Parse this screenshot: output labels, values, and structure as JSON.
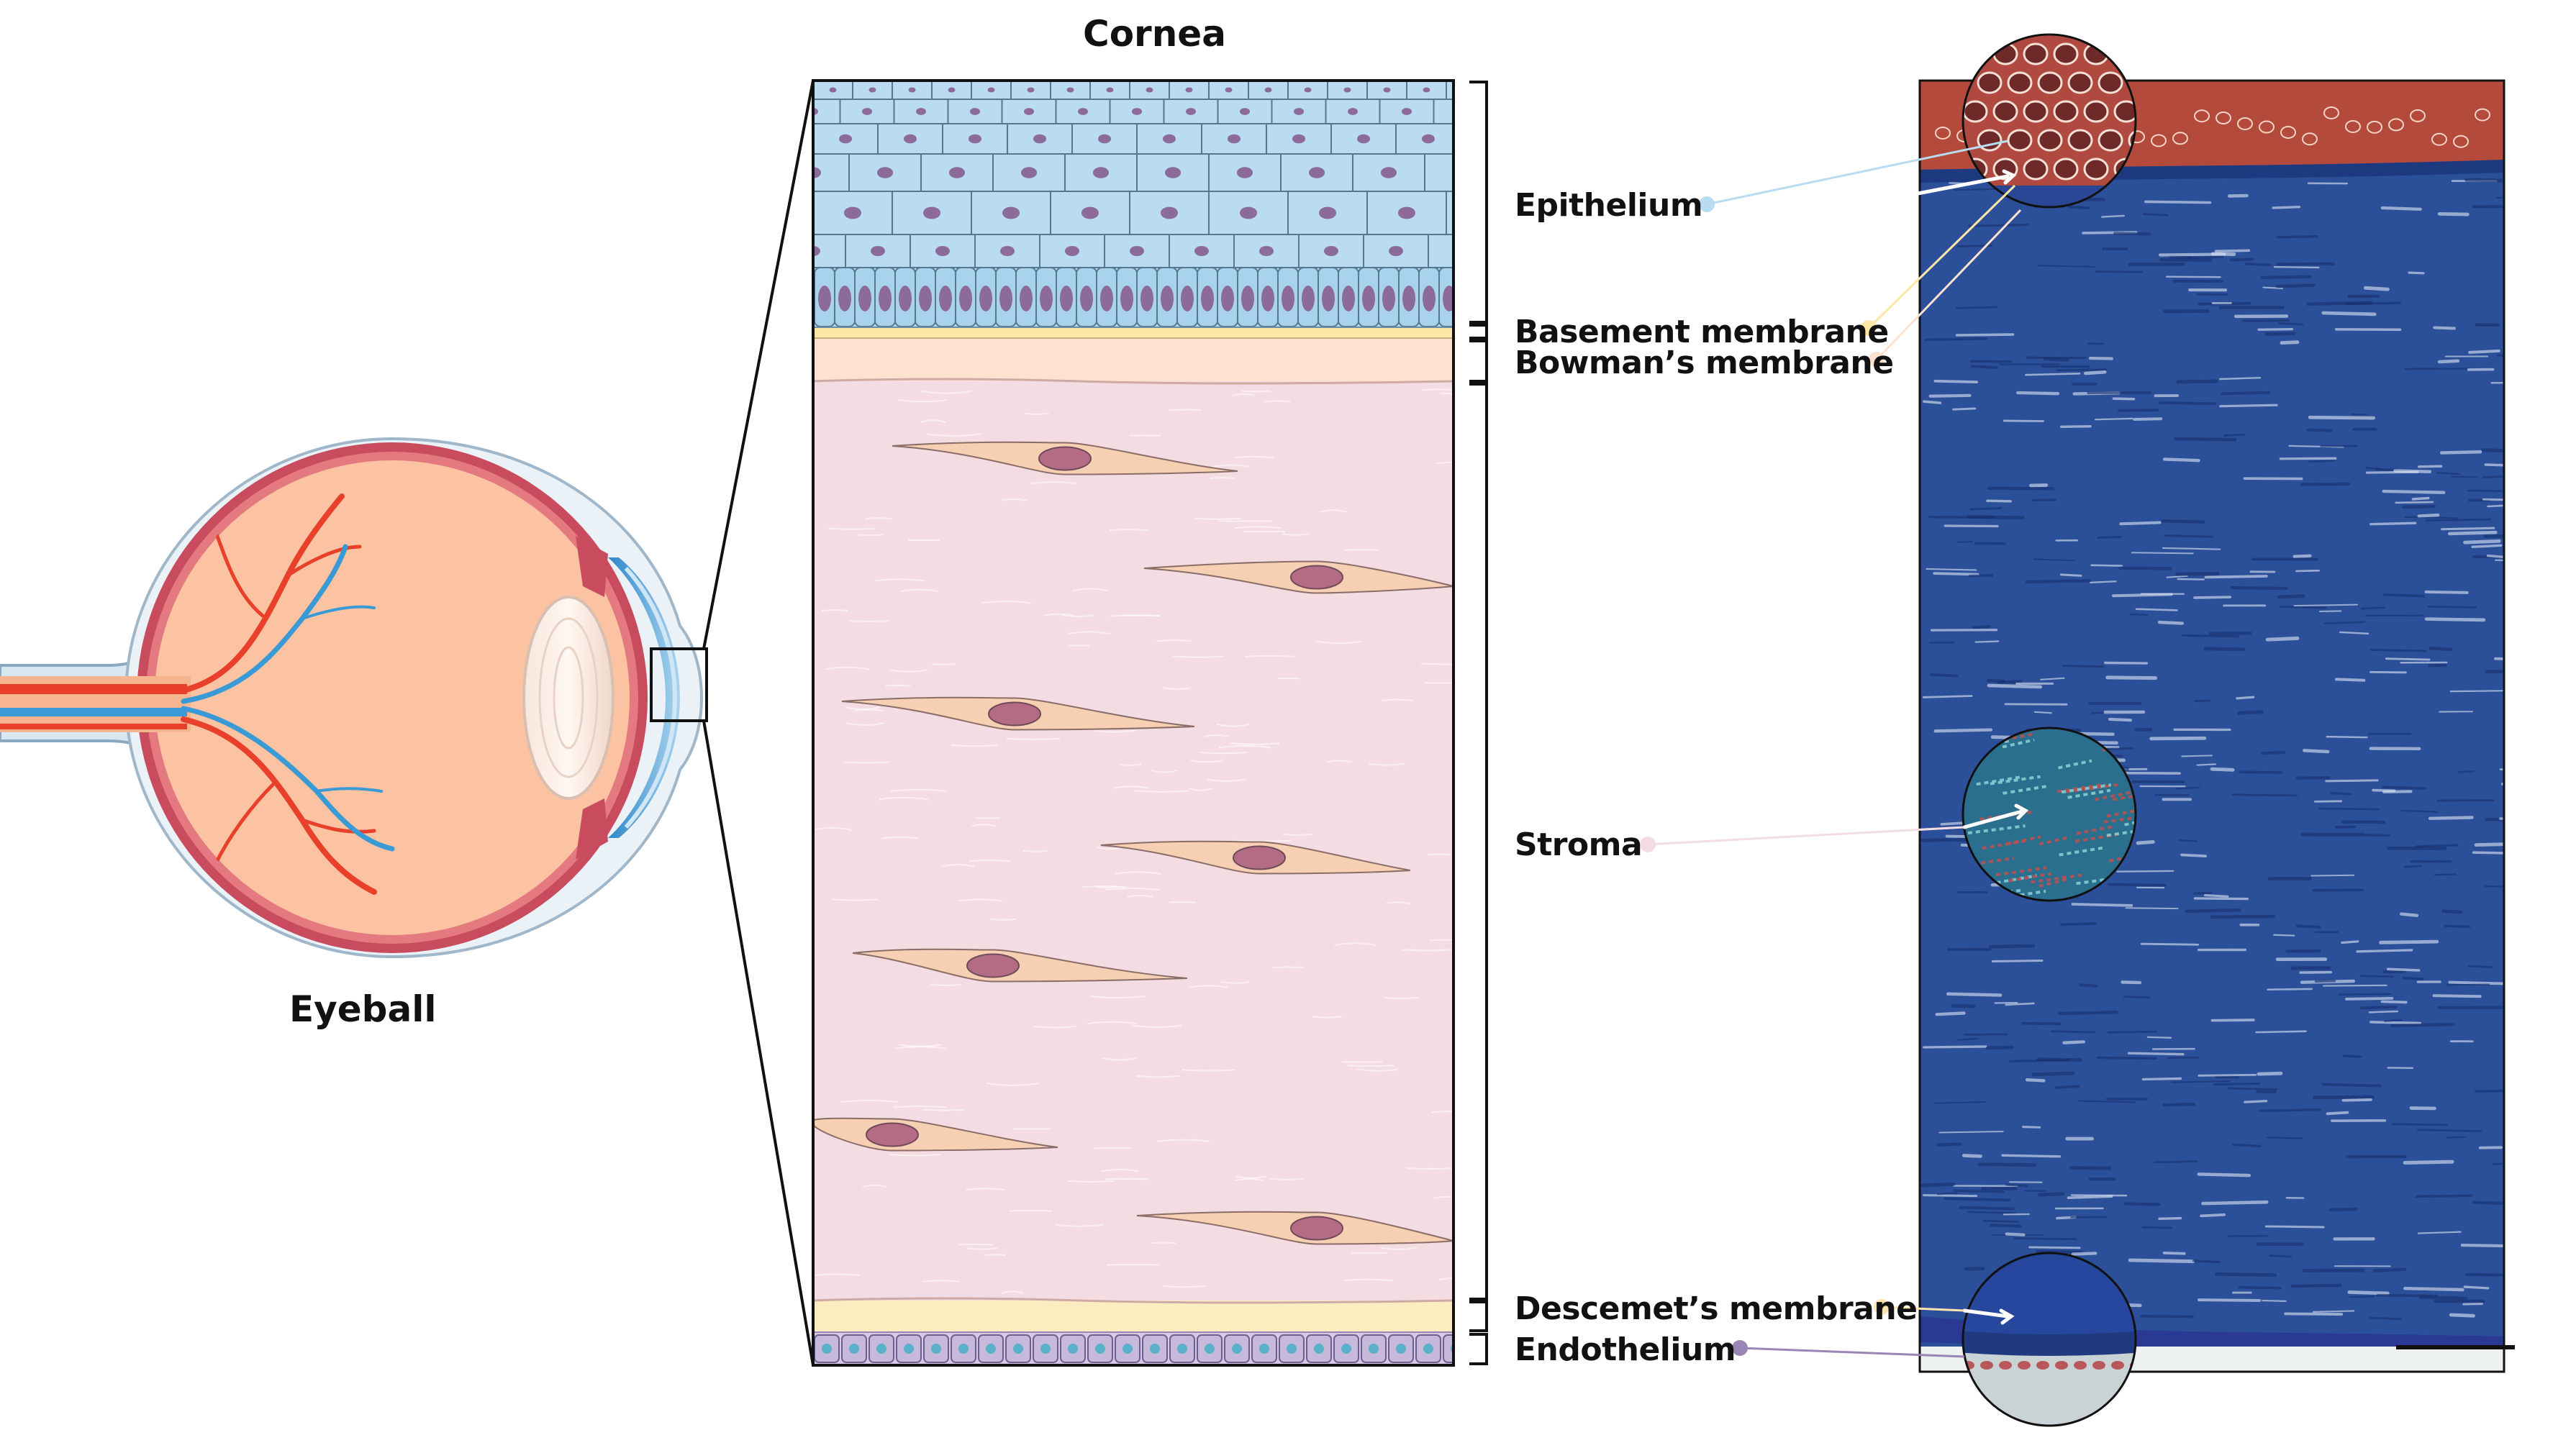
{
  "labels": {
    "cornea": "Cornea",
    "eyeball": "Eyeball",
    "epithelium": "Epithelium",
    "basement_membrane": "Basement membrane",
    "bowmans_membrane": "Bowman’s membrane",
    "stroma": "Stroma",
    "descemets_membrane": "Descemet’s membrane",
    "endothelium": "Endothelium"
  },
  "colors": {
    "epithelium": "#b9dcf0",
    "basement_membrane": "#fde7a6",
    "bowmans_membrane": "#fde3cf",
    "stroma": "#f3dde3",
    "descemets_membrane": "#fbedc0",
    "endothelium": "#c7b9dc",
    "nucleus": "#8c6a99",
    "keratocyte": "#f7d0b4",
    "keratocyte_nucleus": "#b46b84",
    "histology_epithelium": "#b44a3c",
    "histology_stroma": "#2c4f99",
    "vessel_red": "#e8402a",
    "vessel_blue": "#3a9ad6"
  }
}
